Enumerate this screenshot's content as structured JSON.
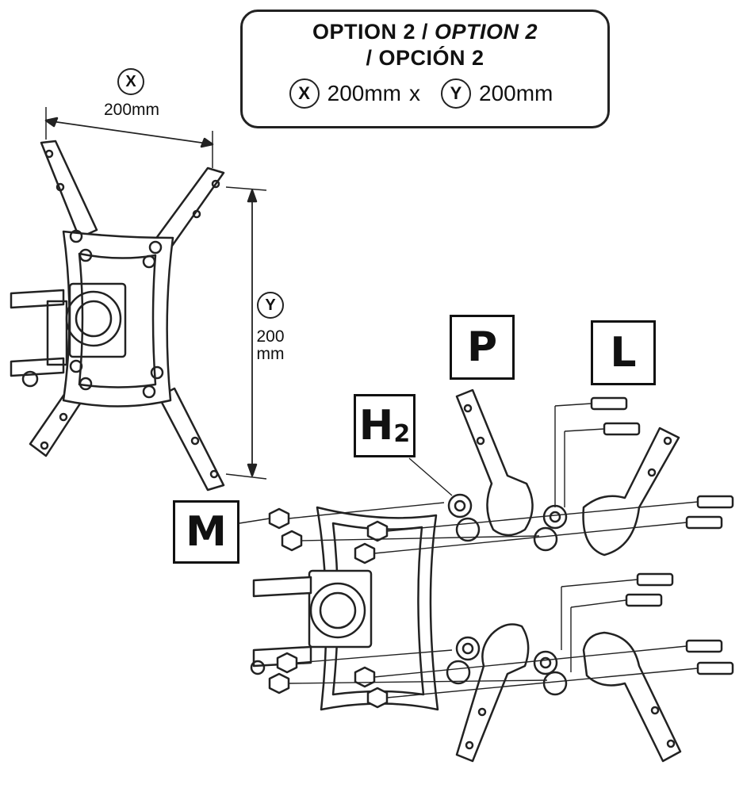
{
  "header": {
    "line1_a": "OPTION 2 / ",
    "line1_b": "OPTION 2",
    "line2": "/ OPCIÓN 2",
    "x_symbol": "X",
    "x_value": "200mm",
    "times": "x",
    "y_symbol": "Y",
    "y_value": "200mm"
  },
  "dimensions": {
    "x_symbol": "X",
    "x_value": "200mm",
    "y_symbol": "Y",
    "y_value_line1": "200",
    "y_value_line2": "mm"
  },
  "parts": {
    "p": "P",
    "l": "L",
    "h": "H",
    "h_sub": "2",
    "m": "M"
  }
}
